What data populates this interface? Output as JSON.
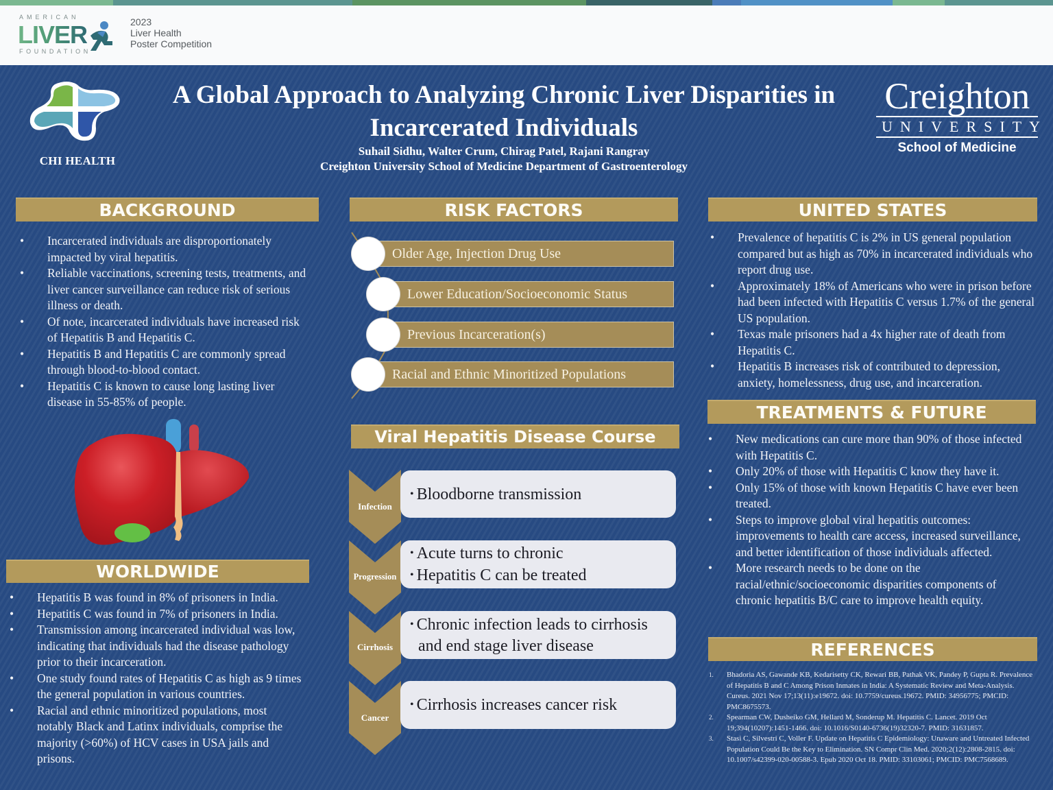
{
  "top_strip": {
    "colors": [
      "#7bb891",
      "#5c9590",
      "#5c9462",
      "#3a6467",
      "#4b7cb8",
      "#5191c6",
      "#7bb891",
      "#5c9590"
    ],
    "widths": [
      165,
      349,
      341,
      184,
      42,
      221,
      76,
      158
    ]
  },
  "header": {
    "alf_logo": {
      "top_word": "AMERICAN",
      "main_word": "LIVER",
      "bottom_word": "FOUNDATION"
    },
    "competition": {
      "year": "2023",
      "line1": "Liver Health",
      "line2": "Poster Competition"
    }
  },
  "logos": {
    "chi_health": "CHI HEALTH",
    "creighton": {
      "name": "Creighton",
      "university": "UNIVERSITY",
      "school": "School of Medicine"
    }
  },
  "poster": {
    "title_line1": "A Global Approach to Analyzing Chronic Liver Disparities in",
    "title_line2": "Incarcerated Individuals",
    "authors": "Suhail Sidhu, Walter Crum, Chirag Patel, Rajani Rangray",
    "affiliation": "Creighton University School of Medicine Department of Gastroenterology"
  },
  "colors": {
    "background_blue": "#274a82",
    "gold": "#b39a5c",
    "risk_bar_gold": "#a58d58",
    "course_box": "#e9eaf0",
    "liver_red": "#c8202a"
  },
  "background": {
    "heading": "BACKGROUND",
    "items": [
      "Incarcerated individuals are disproportionately impacted by viral hepatitis.",
      "Reliable vaccinations, screening tests, treatments, and liver cancer surveillance can reduce risk of serious illness or death.",
      "Of note, incarcerated individuals have increased risk of Hepatitis B and Hepatitis C.",
      "Hepatitis B and Hepatitis C are commonly spread through blood-to-blood contact.",
      "Hepatitis C is known to cause long lasting liver disease in 55-85% of people."
    ]
  },
  "worldwide": {
    "heading": "WORLDWIDE",
    "items": [
      "Hepatitis B was found in 8% of prisoners in India.",
      "Hepatitis C was found in 7% of prisoners in India.",
      "Transmission among incarcerated individual was low, indicating that individuals had the disease pathology prior to their incarceration.",
      "One study found rates of Hepatitis C as high as 9 times the general population in various countries.",
      "Racial and ethnic minoritized populations, most notably Black and Latinx individuals, comprise the majority (>60%) of HCV cases in USA jails and prisons."
    ]
  },
  "risk_factors": {
    "heading": "RISK FACTORS",
    "items": [
      "Older Age, Injection Drug Use",
      "Lower Education/Socioeconomic Status",
      "Previous Incarceration(s)",
      "Racial and Ethnic Minoritized Populations"
    ]
  },
  "disease_course": {
    "heading": "Viral Hepatitis Disease Course",
    "stages": [
      {
        "label": "Infection",
        "points": [
          "Bloodborne transmission"
        ]
      },
      {
        "label": "Progression",
        "points": [
          "Acute turns to chronic",
          "Hepatitis C can be treated"
        ]
      },
      {
        "label": "Cirrhosis",
        "points": [
          "Chronic infection leads to cirrhosis and end stage liver disease"
        ]
      },
      {
        "label": "Cancer",
        "points": [
          "Cirrhosis increases cancer risk"
        ]
      }
    ]
  },
  "united_states": {
    "heading": "UNITED STATES",
    "items": [
      "Prevalence of hepatitis C is 2% in US general population compared but as high as 70% in incarcerated individuals who report drug use.",
      "Approximately 18% of Americans who were in prison before had been infected with Hepatitis C versus 1.7% of the general US population.",
      "Texas male prisoners had a 4x higher rate of death from Hepatitis C.",
      "Hepatitis B increases risk of contributed to depression, anxiety, homelessness, drug use, and incarceration."
    ]
  },
  "treatments": {
    "heading": "TREATMENTS & FUTURE",
    "items": [
      "New medications can cure more than 90% of those infected with Hepatitis C.",
      "Only 20% of those with Hepatitis C know they have it.",
      "Only 15% of those with known Hepatitis C have ever been treated.",
      "Steps to improve global viral hepatitis outcomes: improvements to health care access, increased surveillance, and better identification of those individuals affected.",
      "More research needs to be done on the racial/ethnic/socioeconomic disparities components of chronic hepatitis B/C care to improve health equity."
    ]
  },
  "references": {
    "heading": "REFERENCES",
    "items": [
      {
        "num": "1.",
        "text": "Bhadoria AS, Gawande KB, Kedarisetty CK, Rewari BB, Pathak VK, Pandey P, Gupta R. Prevalence of Hepatitis B and C Among Prison Inmates in India: A Systematic Review and Meta-Analysis. Cureus. 2021 Nov 17;13(11):e19672. doi: 10.7759/cureus.19672. PMID: 34956775; PMCID: PMC8675573."
      },
      {
        "num": "2.",
        "text": "Spearman CW, Dusheiko GM, Hellard M, Sonderup M. Hepatitis C. Lancet. 2019 Oct 19;394(10207):1451-1466. doi: 10.1016/S0140-6736(19)32320-7. PMID: 31631857."
      },
      {
        "num": "3.",
        "text": "Stasi C, Silvestri C, Voller F. Update on Hepatitis C Epidemiology: Unaware and Untreated Infected Population Could Be the Key to Elimination. SN Compr Clin Med. 2020;2(12):2808-2815. doi: 10.1007/s42399-020-00588-3. Epub 2020 Oct 18. PMID: 33103061; PMCID: PMC7568689."
      }
    ]
  }
}
